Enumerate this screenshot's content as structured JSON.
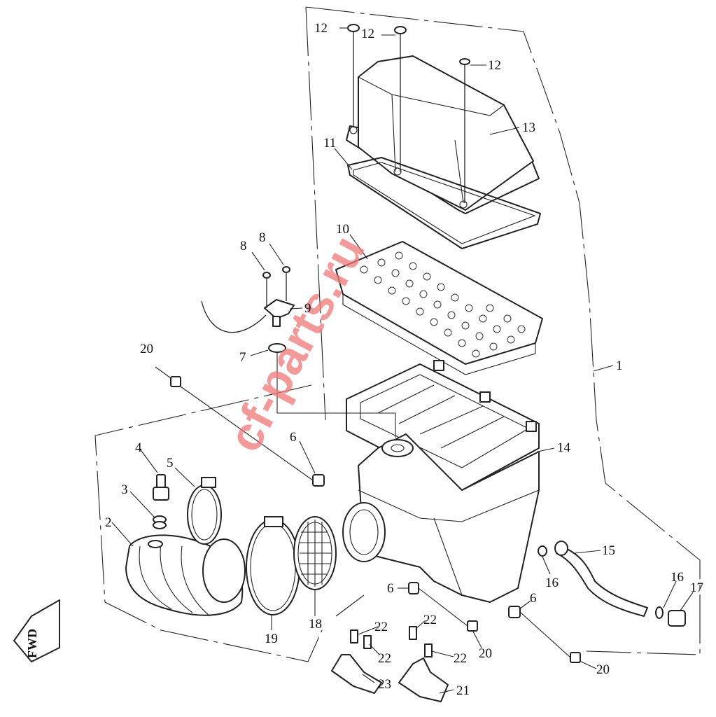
{
  "labels": {
    "p1": "1",
    "p2": "2",
    "p3": "3",
    "p4": "4",
    "p5": "5",
    "p6a": "6",
    "p6b": "6",
    "p6c": "6",
    "p7": "7",
    "p8a": "8",
    "p8b": "8",
    "p9": "9",
    "p10": "10",
    "p11": "11",
    "p12a": "12",
    "p12b": "12",
    "p12c": "12",
    "p13": "13",
    "p14": "14",
    "p15": "15",
    "p16a": "16",
    "p16b": "16",
    "p17": "17",
    "p18": "18",
    "p19": "19",
    "p20a": "20",
    "p20b": "20",
    "p20c": "20",
    "p21": "21",
    "p22a": "22",
    "p22b": "22",
    "p22c": "22",
    "p22d": "22",
    "p23": "23"
  },
  "fwd_label": "FWD",
  "watermark": "cf-parts.ru"
}
